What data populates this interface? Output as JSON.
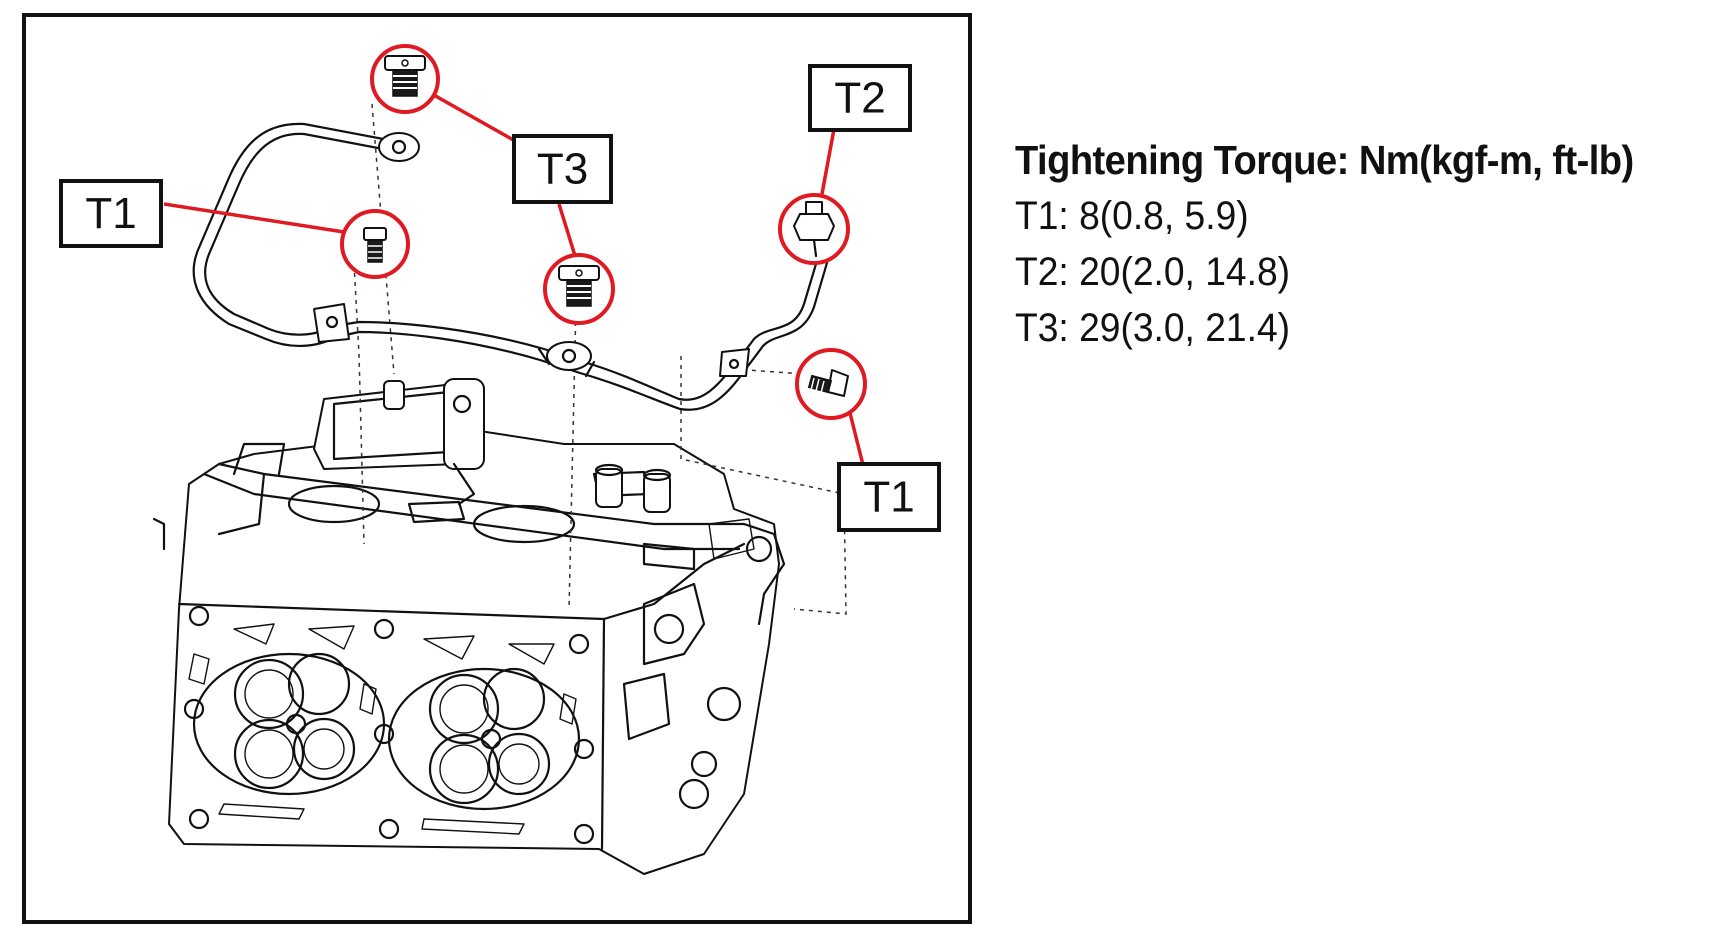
{
  "callouts": {
    "t1_left": "T1",
    "t1_right": "T1",
    "t2": "T2",
    "t3": "T3"
  },
  "torque_spec": {
    "heading": "Tightening Torque: Nm(kgf-m, ft-lb)",
    "rows": [
      "T1: 8(0.8, 5.9)",
      "T2: 20(2.0, 14.8)",
      "T3: 29(3.0, 21.4)"
    ]
  },
  "colors": {
    "callout_ring": "#e01a22",
    "line_art": "#111111"
  }
}
